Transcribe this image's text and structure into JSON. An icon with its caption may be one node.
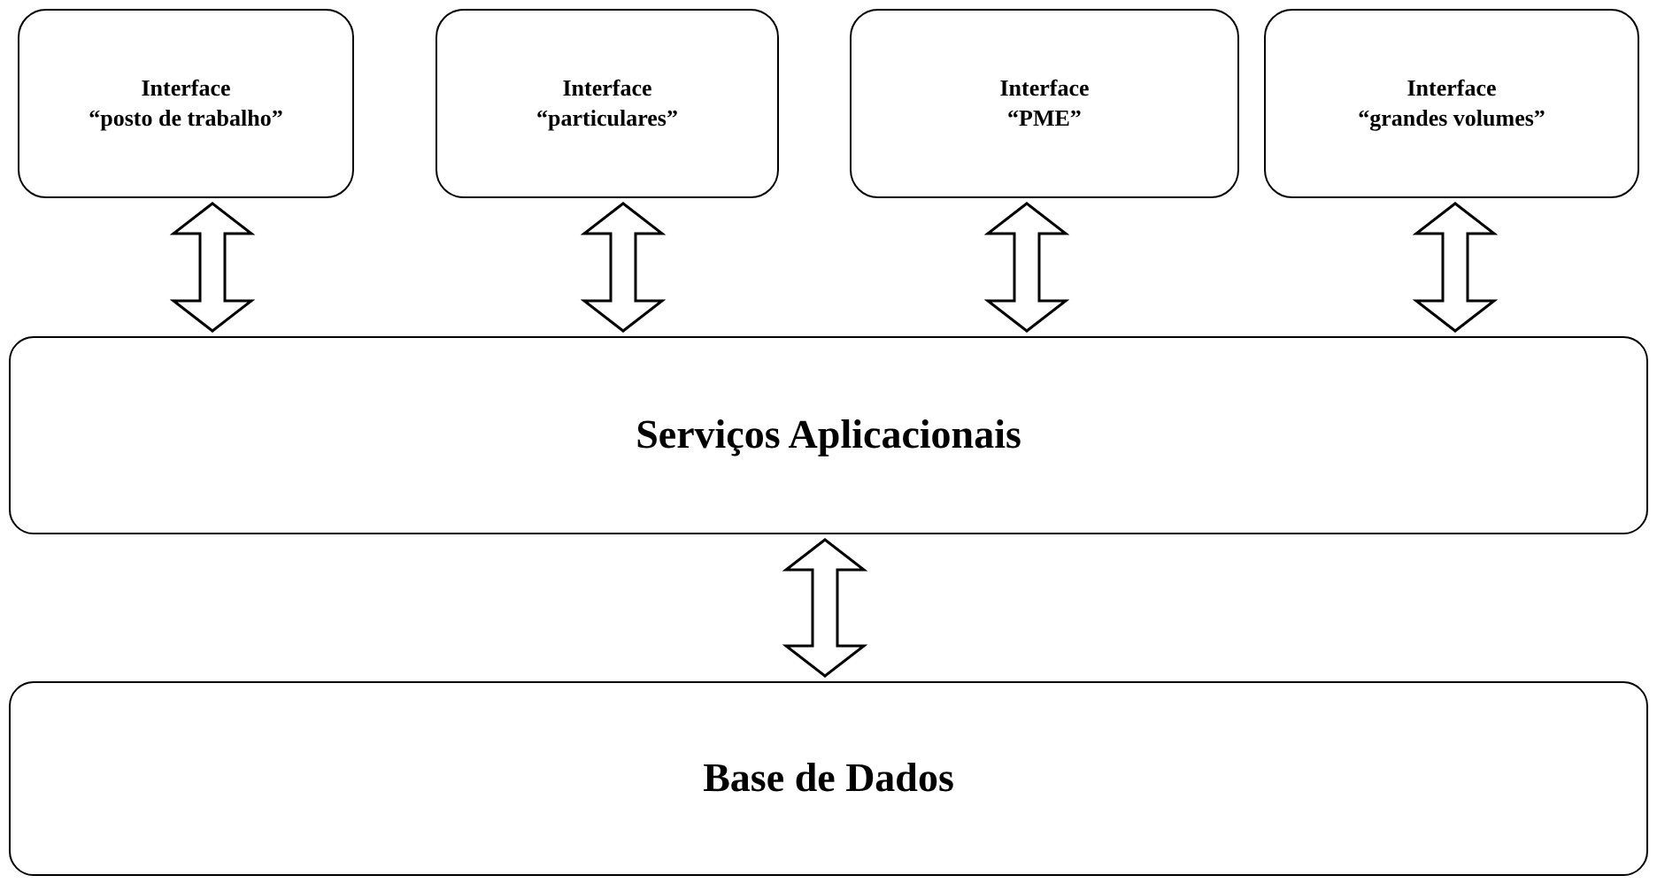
{
  "diagram": {
    "nodes": [
      {
        "text": [
          "Interface",
          "“posto de trabalho”"
        ]
      },
      {
        "text": [
          "Interface",
          "“particulares”"
        ]
      },
      {
        "text": [
          "Interface",
          "“PME”"
        ]
      },
      {
        "text": [
          "Interface",
          "“grandes volumes”"
        ]
      },
      {
        "text": [
          "Serviços Aplicacionais"
        ]
      },
      {
        "text": [
          "Base de Dados"
        ]
      }
    ],
    "edges": [
      {
        "from": 0,
        "to": 4,
        "arrow": "both"
      },
      {
        "from": 1,
        "to": 4,
        "arrow": "both"
      },
      {
        "from": 2,
        "to": 4,
        "arrow": "both"
      },
      {
        "from": 3,
        "to": 4,
        "arrow": "both"
      },
      {
        "from": 4,
        "to": 5,
        "arrow": "both"
      }
    ]
  }
}
